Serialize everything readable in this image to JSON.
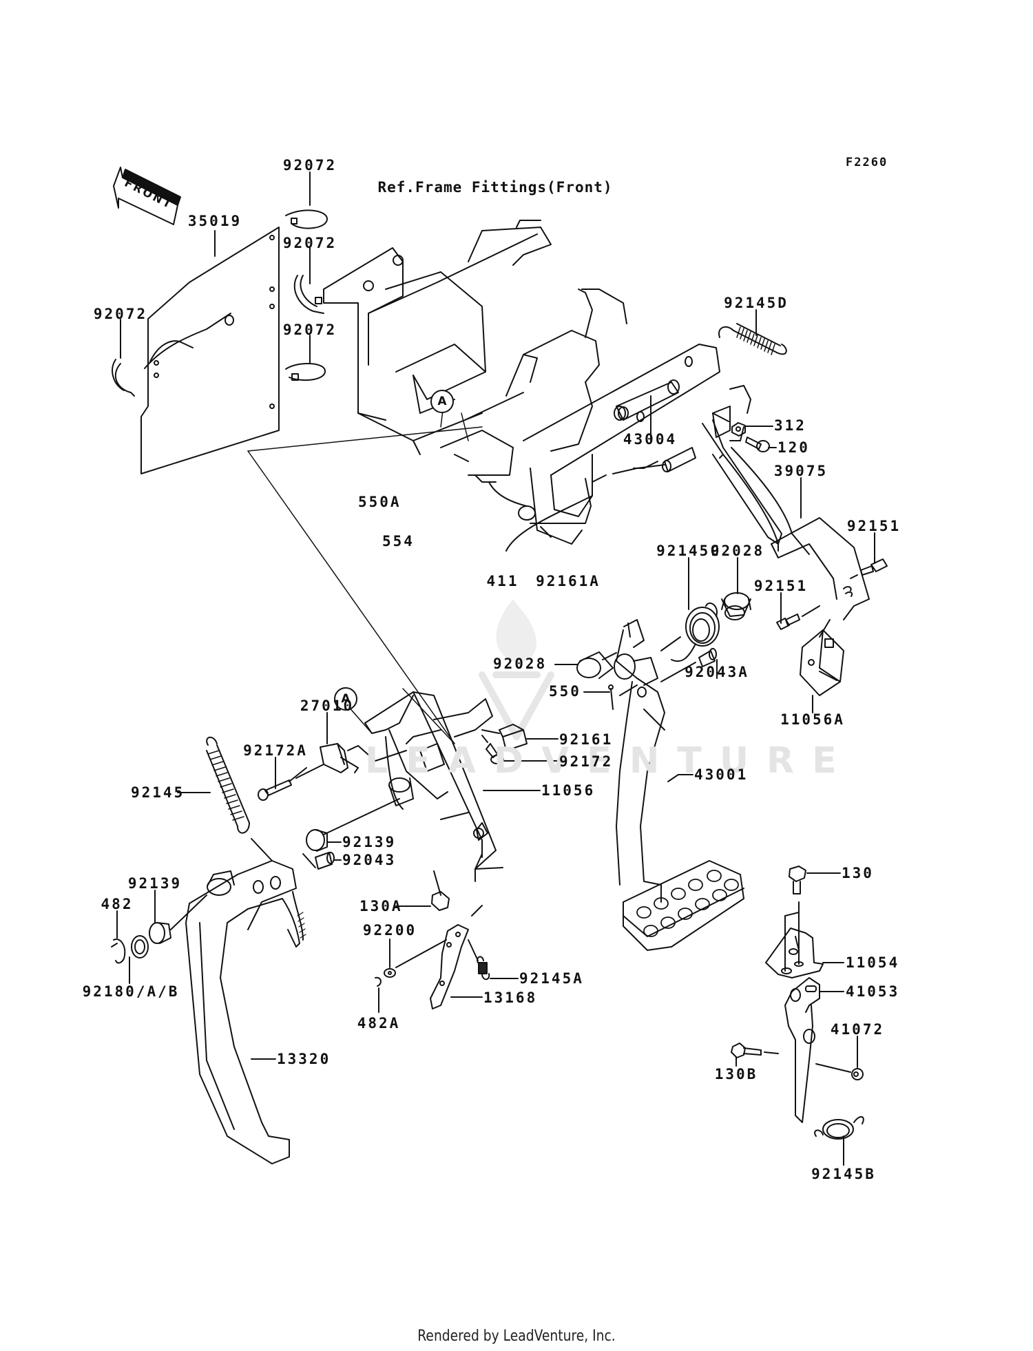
{
  "diagram": {
    "figure_code": "F2260",
    "reference_note": "Ref.Frame Fittings(Front)",
    "direction_indicator": "FRONT",
    "callouts": [
      "A",
      "A"
    ],
    "watermark_text": "LEADVENTURE",
    "footer": "Rendered by LeadVenture, Inc.",
    "line_color": "#111111",
    "background": "#ffffff"
  },
  "parts": [
    {
      "id": "92072",
      "label": "92072"
    },
    {
      "id": "92072-b",
      "label": "92072"
    },
    {
      "id": "92072-c",
      "label": "92072"
    },
    {
      "id": "92072-d",
      "label": "92072"
    },
    {
      "id": "35019",
      "label": "35019"
    },
    {
      "id": "92145D",
      "label": "92145D"
    },
    {
      "id": "312",
      "label": "312"
    },
    {
      "id": "120",
      "label": "120"
    },
    {
      "id": "43004",
      "label": "43004"
    },
    {
      "id": "550A",
      "label": "550A"
    },
    {
      "id": "554",
      "label": "554"
    },
    {
      "id": "411",
      "label": "411"
    },
    {
      "id": "92161A",
      "label": "92161A"
    },
    {
      "id": "39075",
      "label": "39075"
    },
    {
      "id": "92151",
      "label": "92151"
    },
    {
      "id": "92151-b",
      "label": "92151"
    },
    {
      "id": "92028",
      "label": "92028"
    },
    {
      "id": "92145C",
      "label": "92145C"
    },
    {
      "id": "92028-b",
      "label": "92028"
    },
    {
      "id": "550",
      "label": "550"
    },
    {
      "id": "92043A",
      "label": "92043A"
    },
    {
      "id": "11056A",
      "label": "11056A"
    },
    {
      "id": "27010",
      "label": "27010"
    },
    {
      "id": "92172A",
      "label": "92172A"
    },
    {
      "id": "92145",
      "label": "92145"
    },
    {
      "id": "92161",
      "label": "92161"
    },
    {
      "id": "92172",
      "label": "92172"
    },
    {
      "id": "11056",
      "label": "11056"
    },
    {
      "id": "43001",
      "label": "43001"
    },
    {
      "id": "92139",
      "label": "92139"
    },
    {
      "id": "92043",
      "label": "92043"
    },
    {
      "id": "92139-b",
      "label": "92139"
    },
    {
      "id": "482",
      "label": "482"
    },
    {
      "id": "130A",
      "label": "130A"
    },
    {
      "id": "92180AB",
      "label": "92180/A/B"
    },
    {
      "id": "92200",
      "label": "92200"
    },
    {
      "id": "92145A",
      "label": "92145A"
    },
    {
      "id": "13168",
      "label": "13168"
    },
    {
      "id": "482A",
      "label": "482A"
    },
    {
      "id": "13320",
      "label": "13320"
    },
    {
      "id": "130",
      "label": "130"
    },
    {
      "id": "11054",
      "label": "11054"
    },
    {
      "id": "41053",
      "label": "41053"
    },
    {
      "id": "41072",
      "label": "41072"
    },
    {
      "id": "130B",
      "label": "130B"
    },
    {
      "id": "92145B",
      "label": "92145B"
    }
  ]
}
